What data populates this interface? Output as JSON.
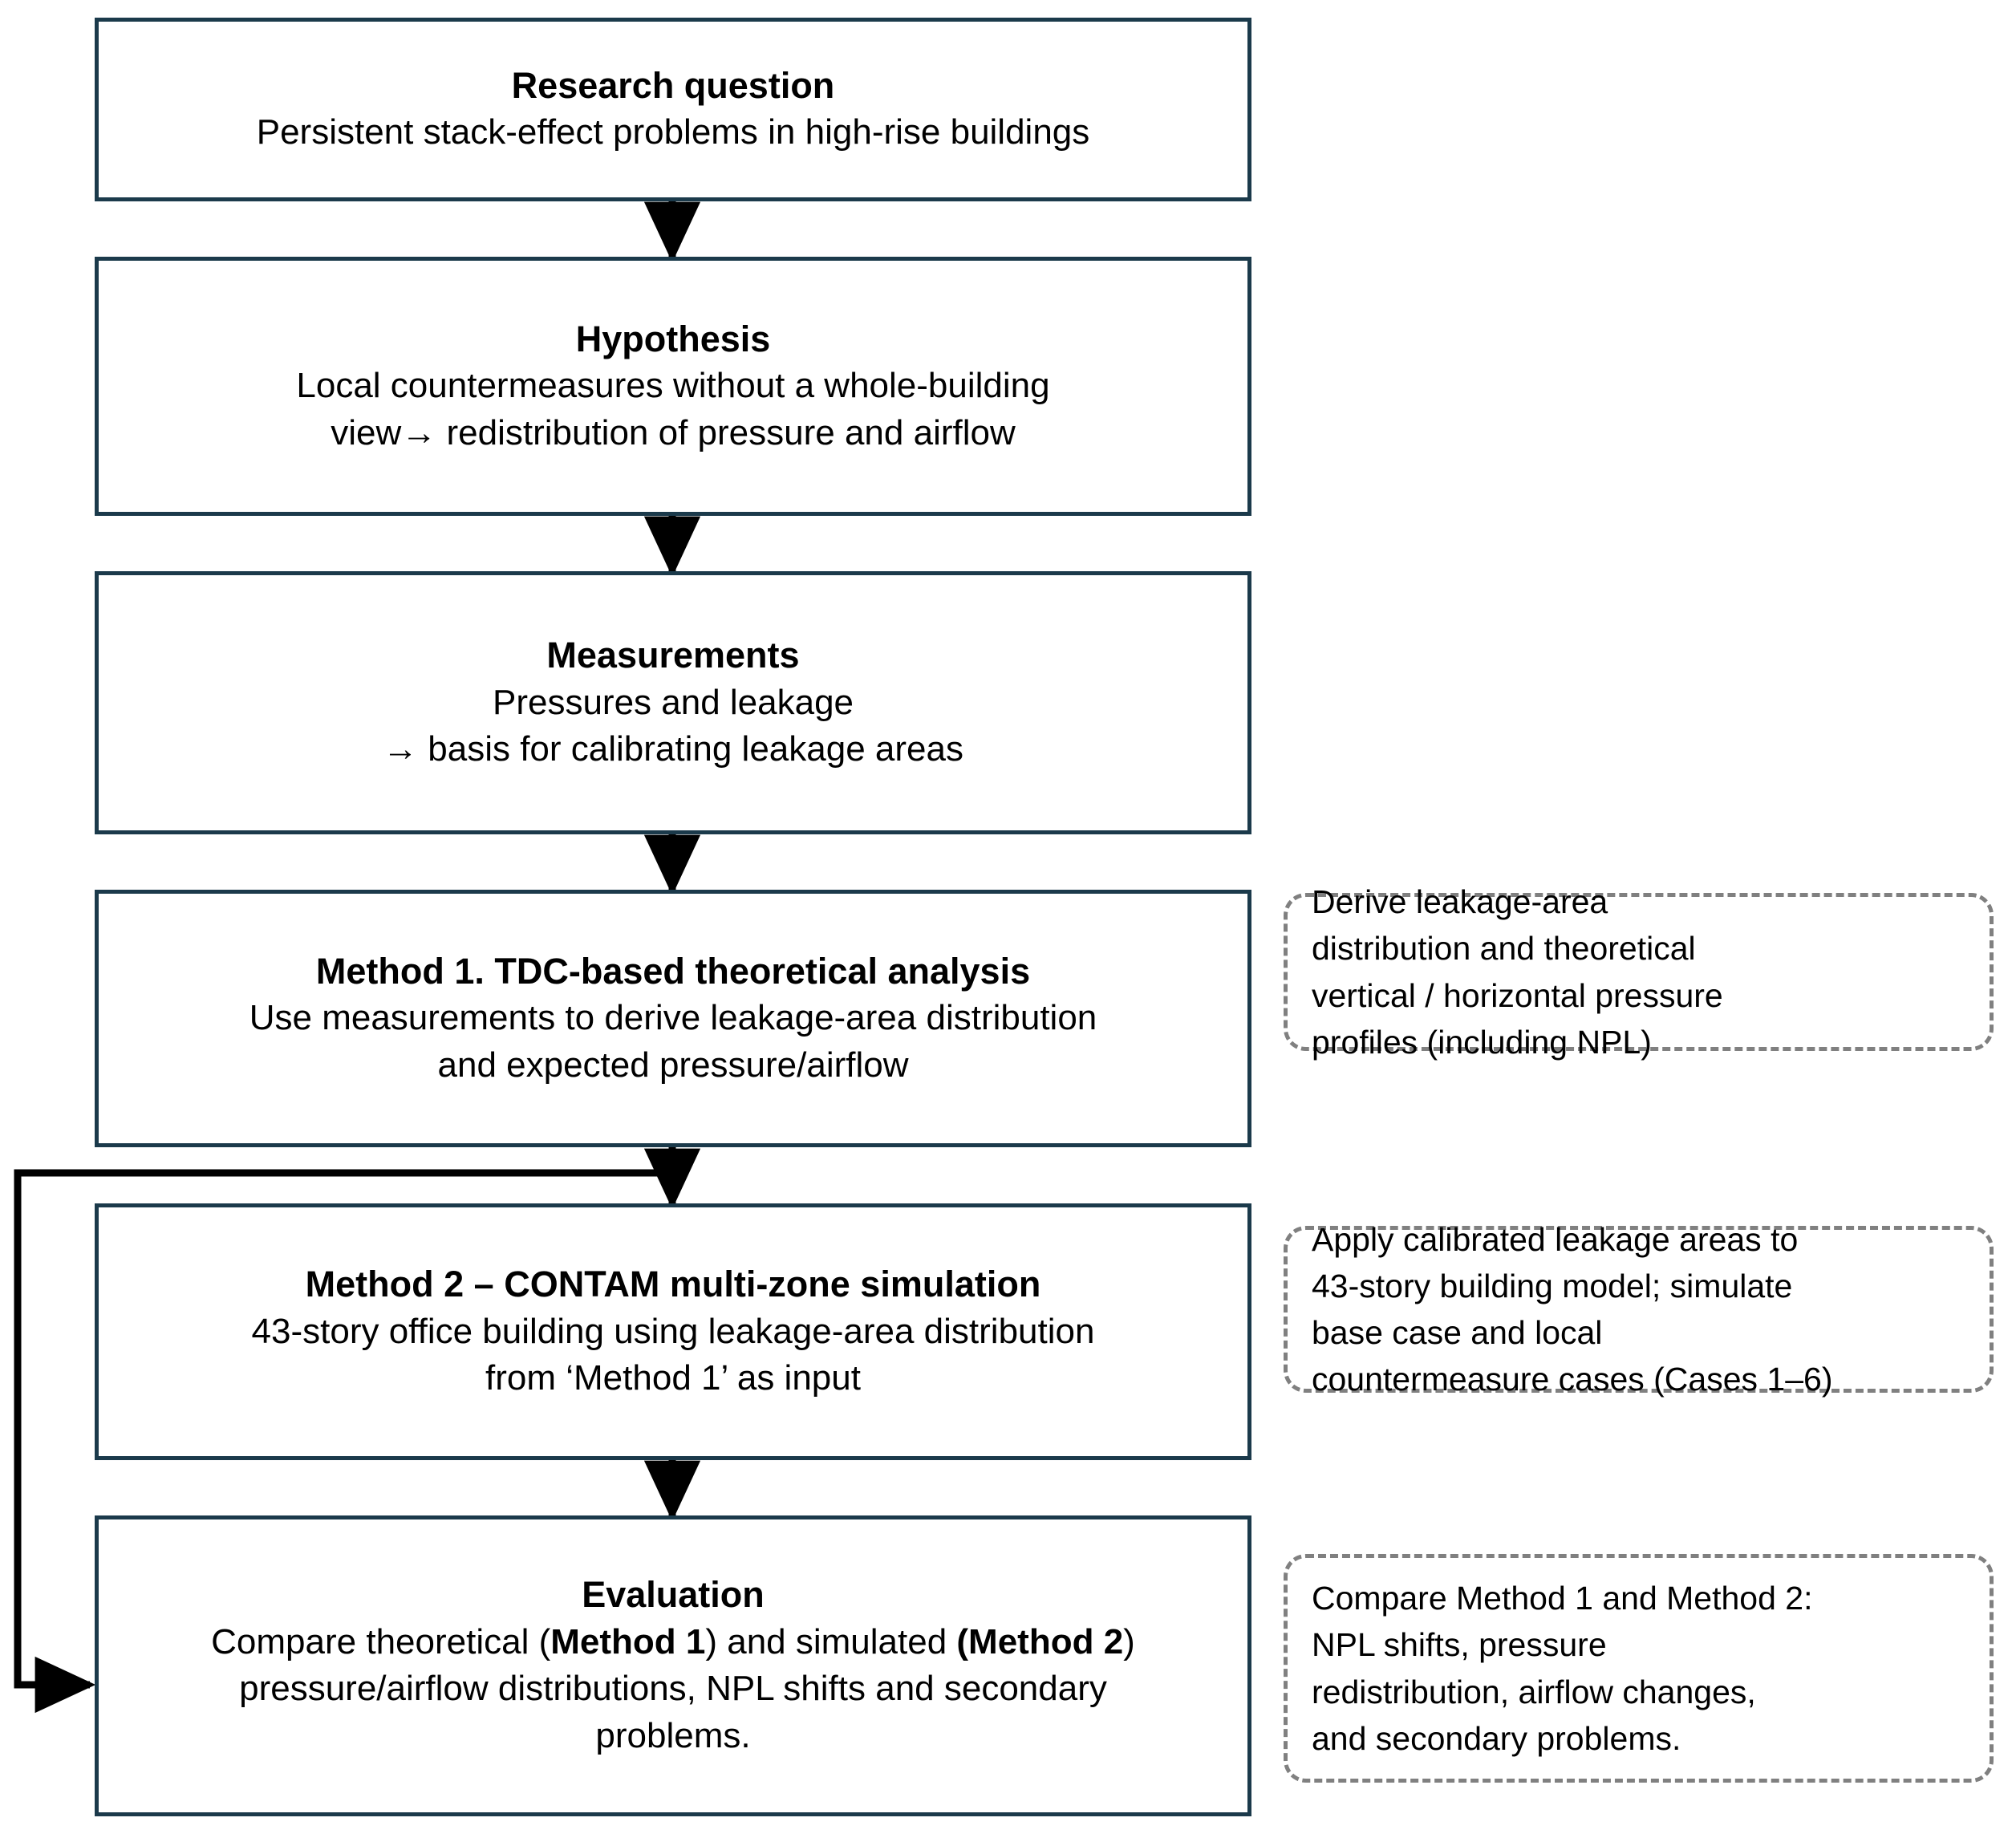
{
  "diagram": {
    "type": "flowchart",
    "orientation": "vertical",
    "node_border_color": "#1b3a4b",
    "callout_border_color": "#808080",
    "connector_color": "#000000",
    "background_color": "#ffffff"
  },
  "nodes": [
    {
      "id": "research-question",
      "title": "Research question",
      "body_lines": [
        "Persistent stack-effect problems in high-rise buildings"
      ]
    },
    {
      "id": "hypothesis",
      "title": "Hypothesis",
      "body_lines": [
        "Local countermeasures without a whole-building",
        "view→ redistribution of pressure and airflow"
      ]
    },
    {
      "id": "measurements",
      "title": "Measurements",
      "body_lines": [
        "Pressures and leakage",
        "→ basis for calibrating leakage areas"
      ]
    },
    {
      "id": "method-1",
      "title": "Method 1. TDC-based theoretical analysis",
      "body_lines": [
        "Use measurements to derive leakage-area distribution",
        "and expected pressure/airflow"
      ]
    },
    {
      "id": "method-2",
      "title": "Method 2 – CONTAM multi-zone simulation",
      "body_lines": [
        "43-story office building using leakage-area distribution",
        "from ‘Method 1’ as input"
      ]
    },
    {
      "id": "evaluation",
      "title": "Evaluation",
      "body_segments": [
        {
          "text": "Compare theoretical (",
          "bold": false
        },
        {
          "text": "Method 1",
          "bold": true
        },
        {
          "text": ") and simulated ",
          "bold": false
        },
        {
          "text": "(Method 2",
          "bold": true
        },
        {
          "text": ") pressure/airflow distributions, NPL shifts and secondary problems.",
          "bold": false
        }
      ]
    }
  ],
  "callouts": [
    {
      "id": "callout-method-1",
      "attached_to": "method-1",
      "lines": [
        "Derive leakage-area",
        "distribution and theoretical",
        "vertical / horizontal pressure",
        "profiles (including NPL)"
      ]
    },
    {
      "id": "callout-method-2",
      "attached_to": "method-2",
      "lines": [
        "Apply calibrated leakage areas to",
        "43-story building model; simulate",
        "base case and local",
        "countermeasure cases (Cases 1–6)"
      ]
    },
    {
      "id": "callout-evaluation",
      "attached_to": "evaluation",
      "lines": [
        "Compare Method 1 and Method 2:",
        "NPL shifts, pressure",
        "redistribution, airflow changes,",
        "and secondary problems."
      ]
    }
  ],
  "connectors": [
    {
      "id": "arrow-rq-to-hypothesis",
      "from": "research-question",
      "to": "hypothesis",
      "style": "solid-arrow-down"
    },
    {
      "id": "arrow-hypothesis-to-measurements",
      "from": "hypothesis",
      "to": "measurements",
      "style": "solid-arrow-down"
    },
    {
      "id": "arrow-measurements-to-method1",
      "from": "measurements",
      "to": "method-1",
      "style": "solid-arrow-down"
    },
    {
      "id": "arrow-method1-to-method2",
      "from": "method-1",
      "to": "method-2",
      "style": "solid-arrow-down"
    },
    {
      "id": "arrow-method2-to-evaluation",
      "from": "method-2",
      "to": "evaluation",
      "style": "solid-arrow-down"
    },
    {
      "id": "feedback-method1-to-evaluation",
      "from": "method-1",
      "to": "evaluation",
      "style": "elbow-arrow-left"
    }
  ]
}
